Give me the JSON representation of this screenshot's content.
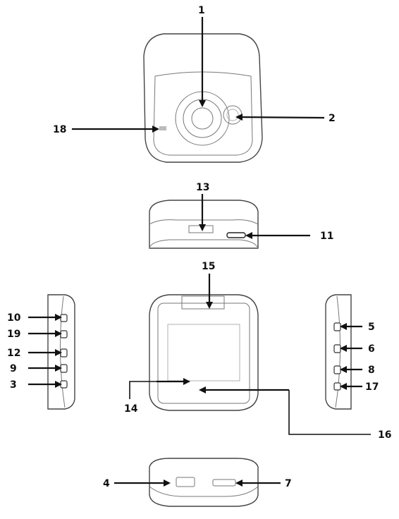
{
  "callouts": [
    {
      "id": "1",
      "label": "1"
    },
    {
      "id": "2",
      "label": "2"
    },
    {
      "id": "18",
      "label": "18"
    },
    {
      "id": "13",
      "label": "13"
    },
    {
      "id": "11",
      "label": "11"
    },
    {
      "id": "15",
      "label": "15"
    },
    {
      "id": "10",
      "label": "10"
    },
    {
      "id": "19",
      "label": "19"
    },
    {
      "id": "12",
      "label": "12"
    },
    {
      "id": "9",
      "label": "9"
    },
    {
      "id": "3",
      "label": "3"
    },
    {
      "id": "5",
      "label": "5"
    },
    {
      "id": "6",
      "label": "6"
    },
    {
      "id": "8",
      "label": "8"
    },
    {
      "id": "17",
      "label": "17"
    },
    {
      "id": "14",
      "label": "14"
    },
    {
      "id": "16",
      "label": "16"
    },
    {
      "id": "4",
      "label": "4"
    },
    {
      "id": "7",
      "label": "7"
    }
  ]
}
